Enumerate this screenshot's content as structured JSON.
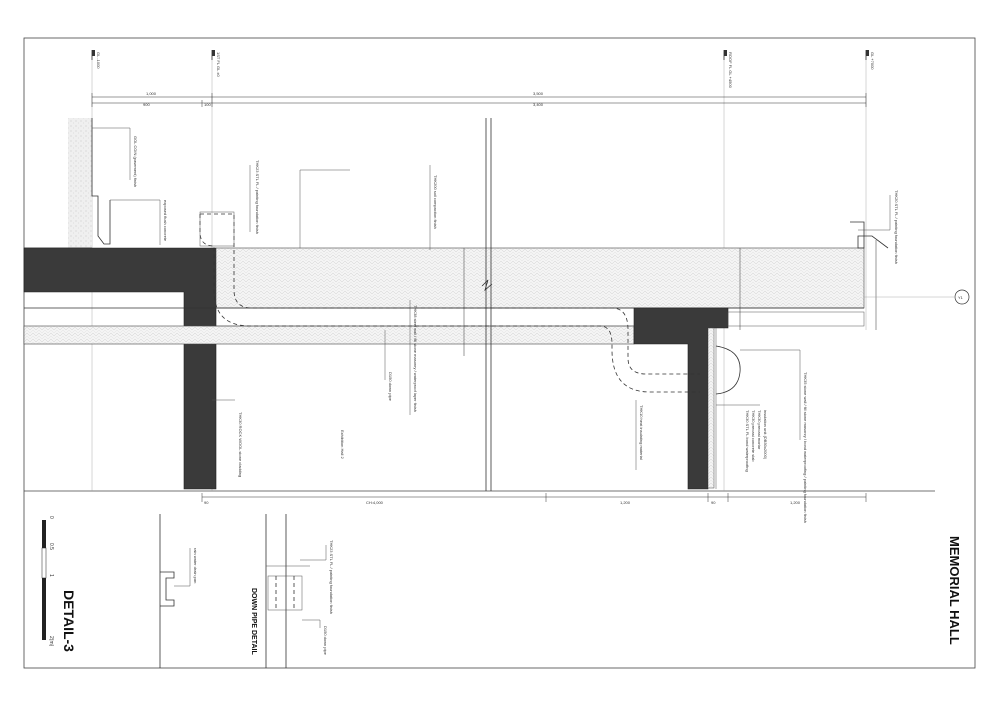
{
  "sheet": {
    "drawing_title": "MEMORIAL HALL",
    "detail_title": "DETAIL-3",
    "sub_detail_title": "DOWN PIPE DETAIL"
  },
  "levels": [
    {
      "label": "GL -1000"
    },
    {
      "label": "1ST FL GL ±0"
    },
    {
      "label": "ROOF FL GL +4500"
    },
    {
      "label": "GL +7000"
    }
  ],
  "dimensions": {
    "top_total_left": "1,000",
    "top_total_right": "3,500",
    "top_sub": [
      "900",
      "100",
      "3,400"
    ],
    "bottom": [
      "90",
      "CH:4,000",
      "1,200",
      "90",
      "1,200"
    ]
  },
  "grid_marker": "Y1",
  "notes": [
    "GOL COIN (pavement) finish",
    "exposed flush concrete",
    "THK23 STL FL / painting foundation finish",
    "THK200 soil compaction finish",
    "THK20 STL FL / painting foundation finish",
    "THK38 steel wall / fill stone masonry / waterproof layer finish",
    "D150 down pipe",
    "THK30 ROCK WOOL stone cladding",
    "Exhibition Hall 2",
    "THK10 heat insulating material",
    "insulation unit (DB50x2000)",
    "THK30 precast mortar",
    "THK30 precast concrete slab",
    "THK30 STL FL bond waterproofing",
    "THK35 stone wall / fill stone masonry / bond waterproofing / painting foundation finish",
    "rain water drain pan",
    "D150 down pipe"
  ],
  "scale_bar": {
    "ticks": [
      "0",
      "0.5",
      "1",
      "2(m)"
    ]
  }
}
